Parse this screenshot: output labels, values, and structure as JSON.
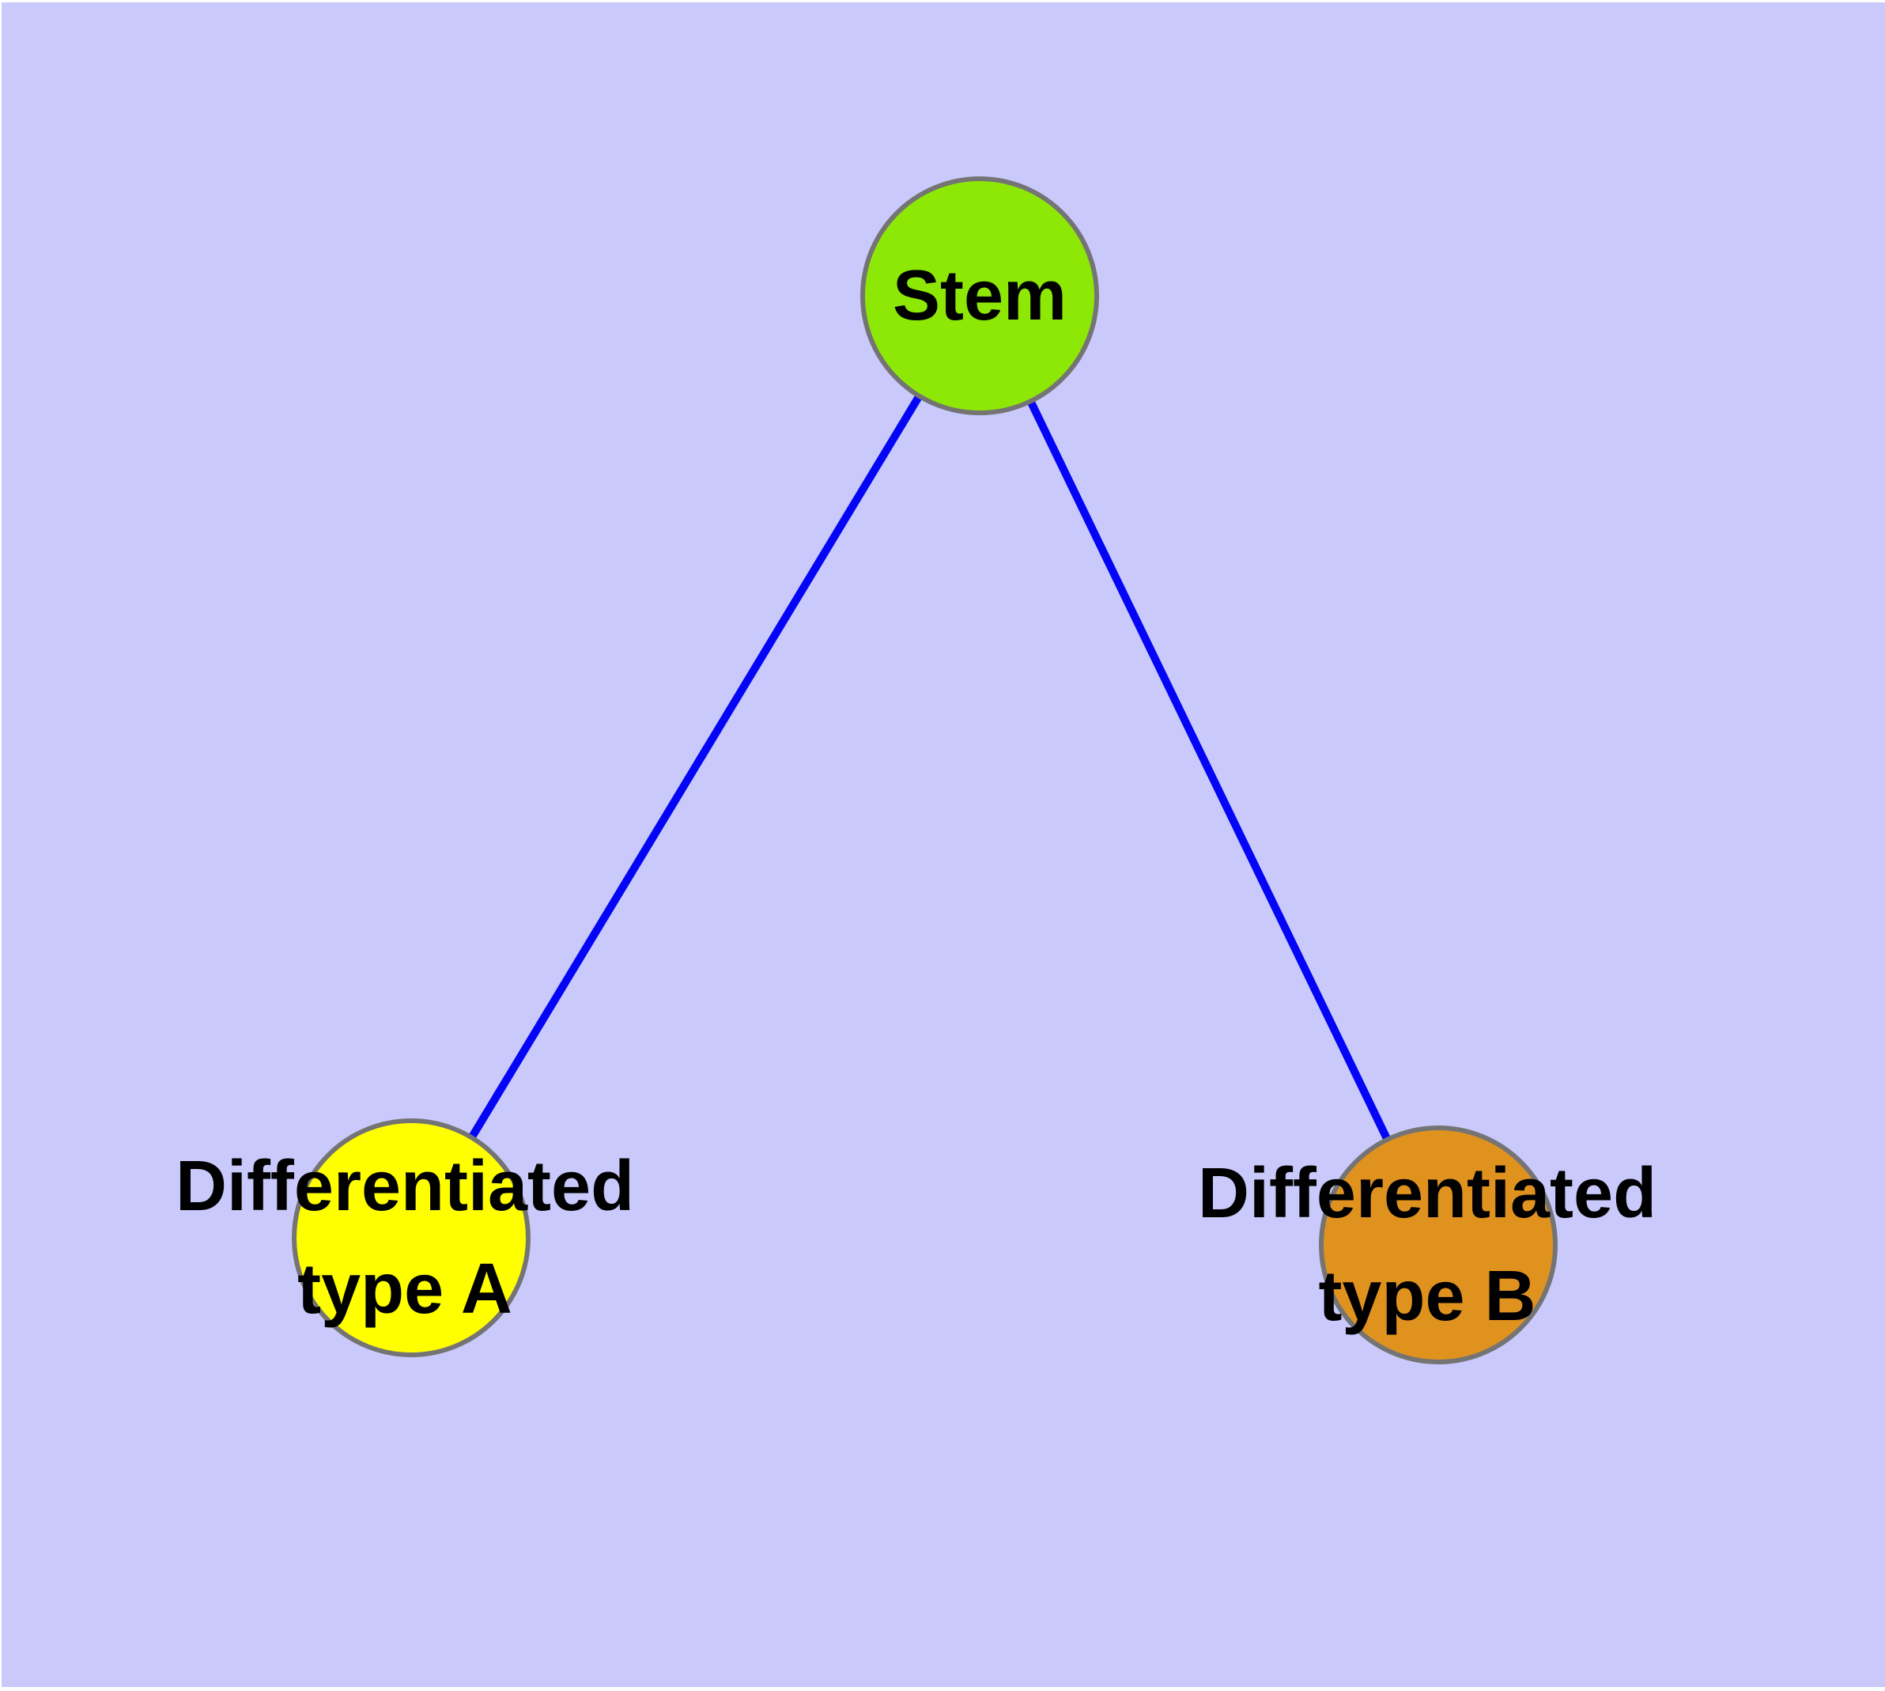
{
  "diagram": {
    "type": "node-link-tree",
    "colors": {
      "page_background": "#FFFFFF",
      "canvas_background": "#C9C9FC",
      "node_border": "#747474",
      "edge": "#0404F6",
      "label_text": "#000000"
    },
    "nodes": {
      "stem": {
        "label": "Stem",
        "fill": "#8DE805"
      },
      "type_a": {
        "label_line1": "Differentiated",
        "label_line2": "type A",
        "fill": "#FFFF00"
      },
      "type_b": {
        "label_line1": "Differentiated",
        "label_line2": "type B",
        "fill": "#E0921F"
      }
    },
    "edges": [
      {
        "from": "Stem",
        "to": "Differentiated type A"
      },
      {
        "from": "Stem",
        "to": "Differentiated type B"
      }
    ]
  }
}
